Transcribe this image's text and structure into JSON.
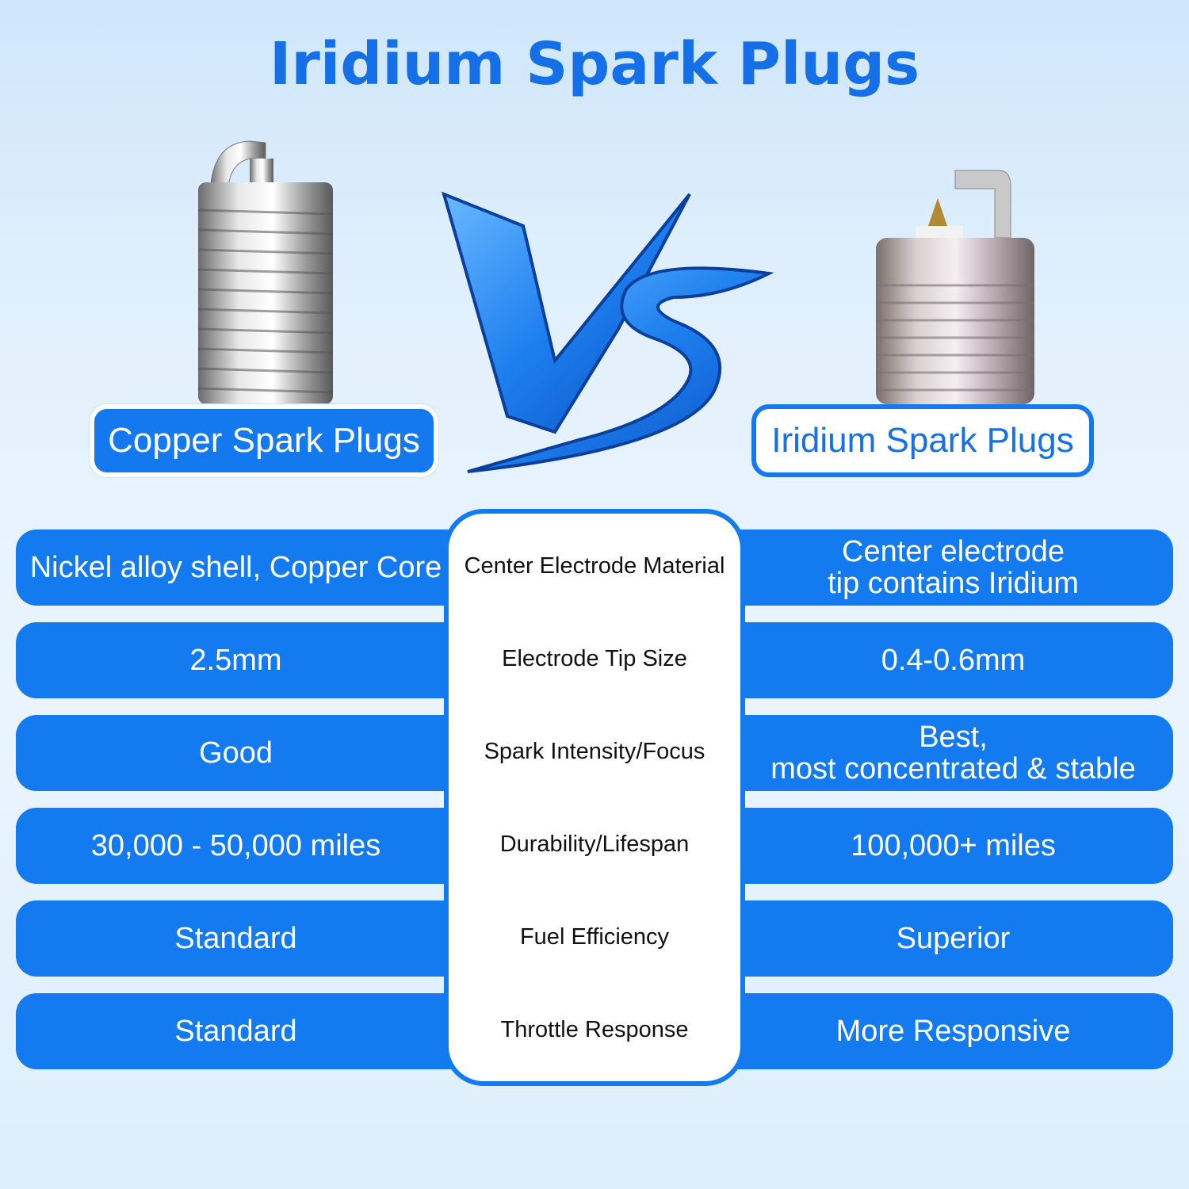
{
  "title": "Iridium Spark Plugs",
  "left_name": "Copper Spark Plugs",
  "right_name": "Iridium Spark Plugs",
  "vs_label": "VS",
  "rows": [
    {
      "feature": "Center Electrode Material",
      "copper": "Nickel alloy shell, Copper Core",
      "iridium": "Center electrode\ntip contains Iridium"
    },
    {
      "feature": "Electrode Tip Size",
      "copper": "2.5mm",
      "iridium": "0.4-0.6mm"
    },
    {
      "feature": "Spark Intensity/Focus",
      "copper": "Good",
      "iridium": "Best,\nmost concentrated & stable"
    },
    {
      "feature": "Durability/Lifespan",
      "copper": "30,000 - 50,000 miles",
      "iridium": "100,000+ miles"
    },
    {
      "feature": "Fuel Efficiency",
      "copper": "Standard",
      "iridium": "Superior"
    },
    {
      "feature": "Throttle Response",
      "copper": "Standard",
      "iridium": "More Responsive"
    }
  ],
  "colors": {
    "accent": "#137af0",
    "title": "#1570e8"
  }
}
